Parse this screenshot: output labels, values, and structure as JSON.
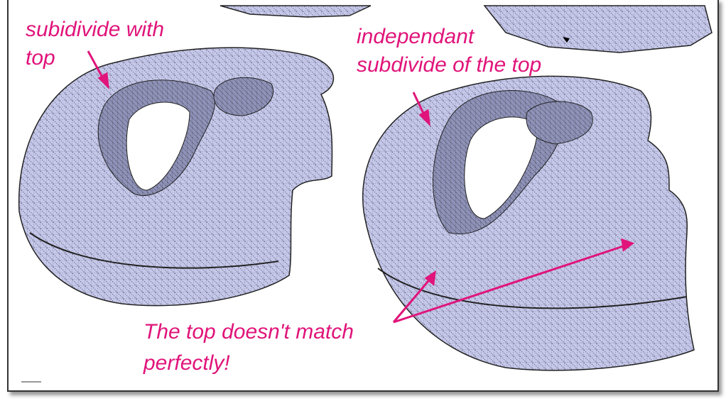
{
  "annotations": {
    "left_label_line1": "subidivide with",
    "left_label_line2": "top",
    "right_label_line1": "independant",
    "right_label_line2": "subdivide of the top",
    "bottom_label_line1": "The top doesn't match",
    "bottom_label_line2": "perfectly!"
  },
  "colors": {
    "annotation": "#e0147a",
    "mesh_fill": "#c4c6e8",
    "mesh_lines": "#222222"
  },
  "icons": {
    "cursor": "arrow-cursor-icon"
  }
}
